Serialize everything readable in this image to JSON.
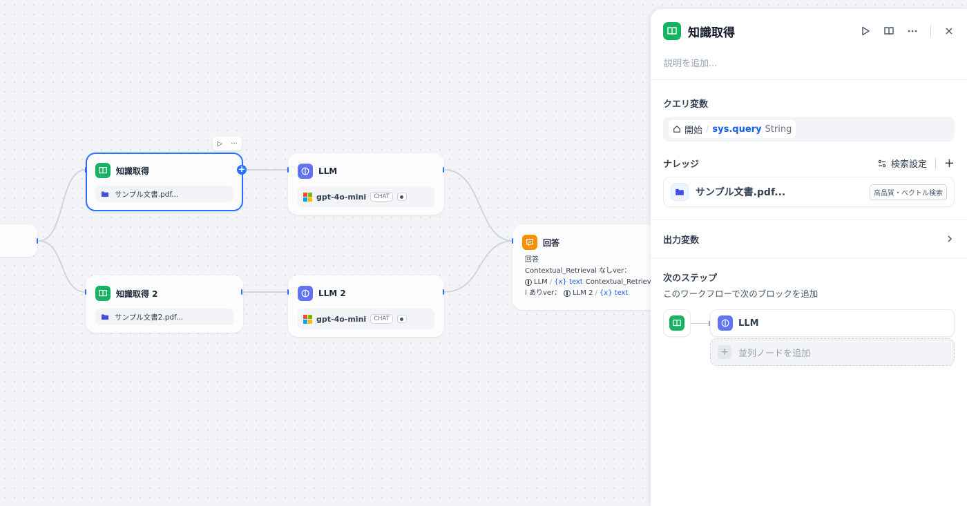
{
  "canvas": {
    "nodes": {
      "knowledge1": {
        "title": "知識取得",
        "file": "サンプル文書.pdf..."
      },
      "knowledge2": {
        "title": "知識取得 2",
        "file": "サンプル文書2.pdf..."
      },
      "llm1": {
        "title": "LLM",
        "model": "gpt-4o-mini",
        "tag": "CHAT"
      },
      "llm2": {
        "title": "LLM 2",
        "model": "gpt-4o-mini",
        "tag": "CHAT"
      },
      "answer": {
        "title": "回答",
        "body_label": "回答",
        "line1": "Contextual_Retrieval なしver：",
        "line2_src": "LLM",
        "line2_var": "{x} text",
        "line2_tail": "Contextual_Retrieval",
        "line3_head": "l ありver：",
        "line3_src": "LLM 2",
        "line3_var": "{x} text"
      }
    },
    "toolbar": {
      "run": "▷",
      "more": "···"
    },
    "plus_handle": "+"
  },
  "panel": {
    "title": "知識取得",
    "description_placeholder": "説明を追加...",
    "query_section": {
      "title": "クエリ変数",
      "source": "開始",
      "separator": "/",
      "variable": "sys.query",
      "type": "String"
    },
    "knowledge_section": {
      "title": "ナレッジ",
      "settings_label": "検索設定",
      "add": "+",
      "item_name": "サンプル文書.pdf...",
      "item_badge": "高品質・ベクトル検索"
    },
    "output_section": {
      "title": "出力変数"
    },
    "next_section": {
      "title": "次のステップ",
      "subtitle": "このワークフローで次のブロックを追加",
      "next_node": "LLM",
      "add_parallel": "並列ノードを追加",
      "add_symbol": "+"
    }
  },
  "colors": {
    "knowledge": "#16b364",
    "llm": "#6172f3",
    "answer": "#f79009",
    "accent": "#2970ff",
    "variable": "#155eef"
  },
  "icons": {
    "knowledge": "book-icon",
    "llm": "brain-icon",
    "answer": "reply-icon",
    "file": "folder-icon",
    "model": "microsoft-logo"
  }
}
